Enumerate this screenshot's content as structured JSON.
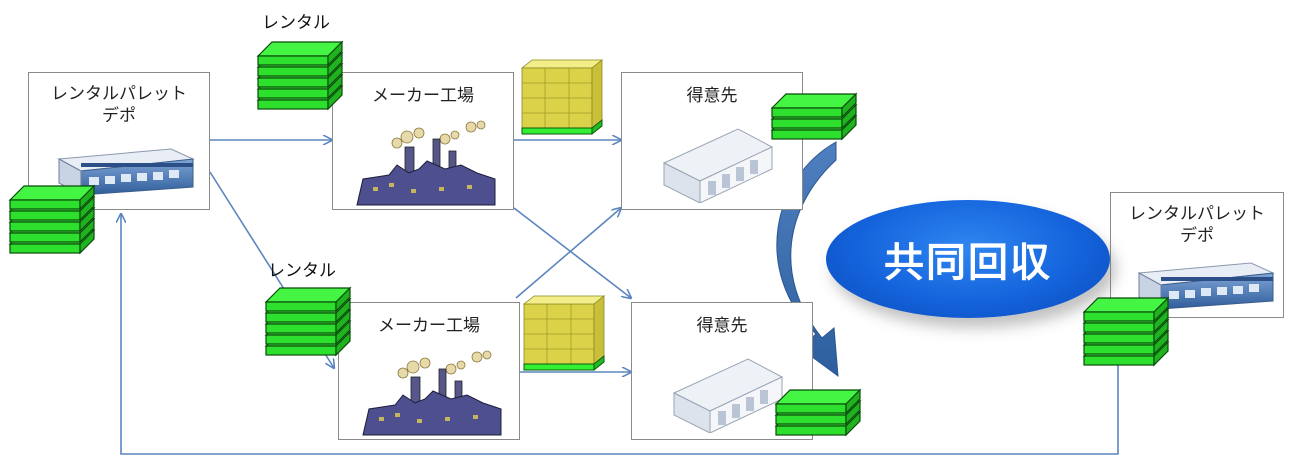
{
  "depot_left": {
    "title_line1": "レンタルパレット",
    "title_line2": "デポ"
  },
  "depot_right": {
    "title_line1": "レンタルパレット",
    "title_line2": "デポ"
  },
  "factory_top": {
    "title": "メーカー工場"
  },
  "factory_bottom": {
    "title": "メーカー工場"
  },
  "customer_top": {
    "title": "得意先"
  },
  "customer_bottom": {
    "title": "得意先"
  },
  "rental_label_top": "レンタル",
  "rental_label_bottom": "レンタル",
  "joint_collection": "共同回収",
  "colors": {
    "pallet_green": "#33ee33",
    "arrow_blue": "#5b86c0",
    "ellipse_blue": "#1463dc"
  }
}
